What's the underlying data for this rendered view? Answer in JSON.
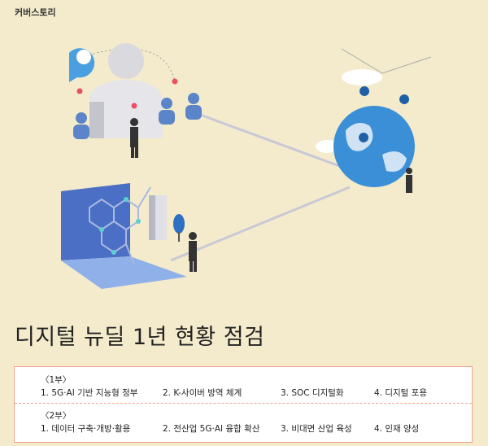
{
  "section_label": "커버스토리",
  "title": "디지털 뉴딜 1년 현황 점검",
  "parts": [
    {
      "label": "〈1부〉",
      "items": [
        "1. 5G·AI 기반 지능형 정부",
        "2. K-사이버 방역 체계",
        "3. SOC 디지털화",
        "4. 디지털 포용"
      ]
    },
    {
      "label": "〈2부〉",
      "items": [
        "1. 데이터 구축·개방·활용",
        "2. 전산업 5G·AI 융합 확산",
        "3. 비대면 산업 육성",
        "4. 인재 양성"
      ]
    }
  ],
  "colors": {
    "background": "#f3ebcc",
    "border": "#f0a48a",
    "globe": "#3a8fd6",
    "accent": "#e8506a"
  }
}
